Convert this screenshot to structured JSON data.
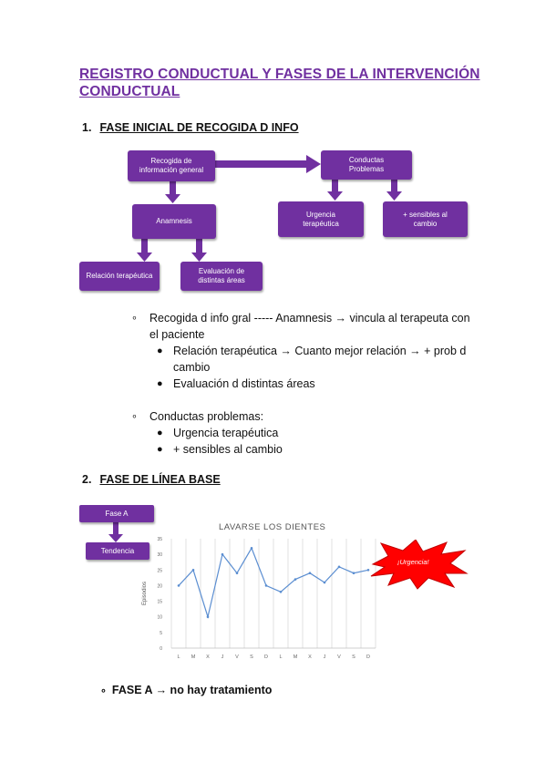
{
  "title": "REGISTRO CONDUCTUAL Y FASES DE LA INTERVENCIÓN CONDUCTUAL",
  "section1": {
    "number": "1.",
    "heading": "FASE INICIAL DE RECOGIDA D INFO",
    "diagram": {
      "recogida": "Recogida de\ninformación general",
      "conductas": "Conductas\nProblemas",
      "anamnesis": "Anamnesis",
      "urgencia": "Urgencia\nterapéutica",
      "sensibles": "+ sensibles al\ncambio",
      "relacion": "Relación terapéutica",
      "evaluacion": "Evaluación de\ndistintas áreas"
    },
    "bullets": [
      {
        "text": "Recogida d info gral ----- Anamnesis → vincula al terapeuta con el paciente",
        "sub": [
          "Relación terapéutica → Cuanto mejor relación → + prob d cambio",
          "Evaluación d distintas áreas"
        ]
      },
      {
        "text": "Conductas problemas:",
        "sub": [
          "Urgencia terapéutica",
          "+ sensibles al cambio"
        ]
      }
    ],
    "bullet_marker": "∘",
    "sub_marker": "●"
  },
  "section2": {
    "number": "2.",
    "heading": "FASE DE LÍNEA BASE",
    "fase_box": "Fase A",
    "tendencia_box": "Tendencia",
    "urgencia_label": "¡Urgencia!",
    "bullet": "FASE A → no hay tratamiento",
    "bullet_marker": "∘"
  },
  "colors": {
    "accent": "#7030a0",
    "line": "#5b8ed1",
    "burst": "#ff0000"
  },
  "chart_data": {
    "type": "line",
    "title": "LAVARSE LOS DIENTES",
    "ylabel": "Episodios",
    "xlabel": "",
    "categories": [
      "L",
      "M",
      "X",
      "J",
      "V",
      "S",
      "D",
      "L",
      "M",
      "X",
      "J",
      "V",
      "S",
      "D"
    ],
    "values": [
      20,
      25,
      10,
      30,
      24,
      32,
      20,
      18,
      22,
      24,
      21,
      26,
      24,
      25
    ],
    "ylim": [
      0,
      35
    ],
    "yticks": [
      0,
      5,
      10,
      15,
      20,
      25,
      30,
      35
    ],
    "grid": "vertical"
  }
}
